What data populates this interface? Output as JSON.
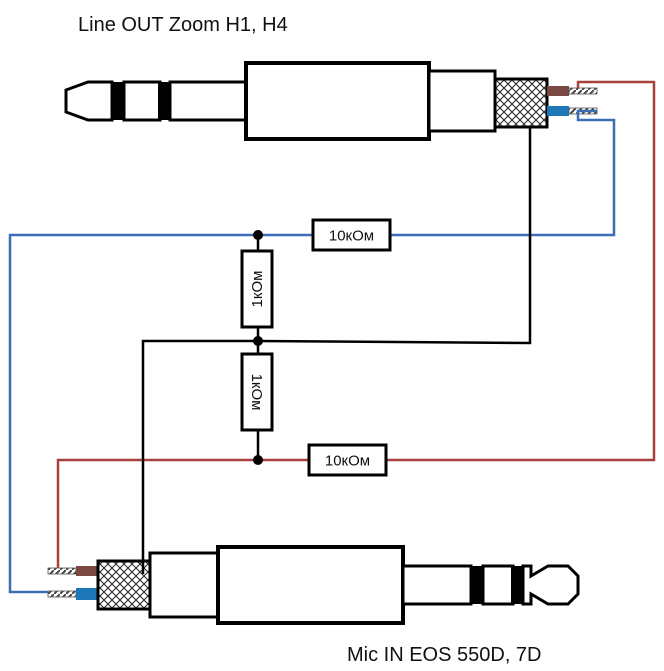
{
  "title_top": "Line OUT  Zoom H1, H4",
  "title_bottom": "Mic IN EOS 550D, 7D",
  "resistors": {
    "r_top_series": "10кОм",
    "r_top_shunt": "1кОм",
    "r_bottom_shunt": "1кОм",
    "r_bottom_series": "10кОм"
  },
  "colors": {
    "left_channel_wire": "#3a6fb5",
    "right_channel_wire": "#a8403e",
    "ground_wire": "#000000",
    "brown_insulation": "#7a4a42",
    "blue_insulation": "#1e78b8"
  },
  "connectors": [
    {
      "name": "Line OUT plug",
      "type": "3.5mm TRS"
    },
    {
      "name": "Mic IN plug",
      "type": "3.5mm TRS"
    }
  ]
}
